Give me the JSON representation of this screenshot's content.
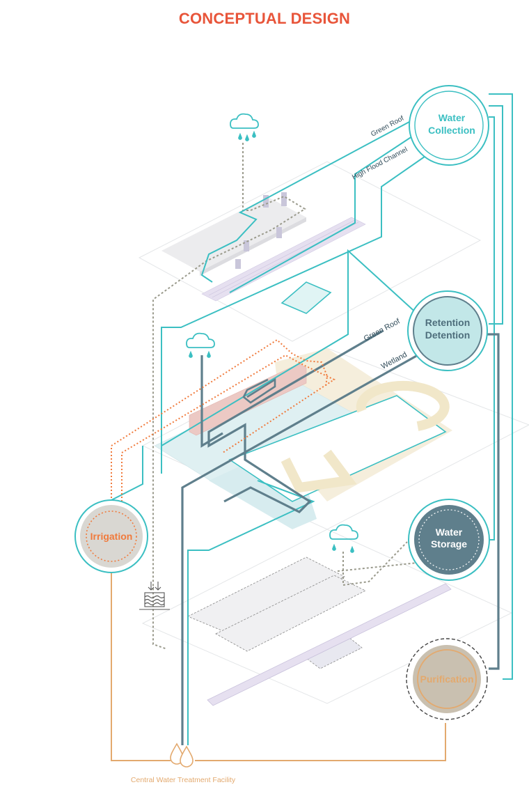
{
  "title": "CONCEPTUAL DESIGN",
  "colors": {
    "title": "#e8553a",
    "teal": "#3bbfc2",
    "slate": "#5f7f8c",
    "orange": "#f07a3c",
    "tan": "#e3a96e",
    "gray_dot": "#9a9a8c"
  },
  "nodes": {
    "water_collection": {
      "line1": "Water",
      "line2": "Collection"
    },
    "retention_detention": {
      "line1": "Retention",
      "line2": "Detention"
    },
    "irrigation": {
      "label": "Irrigation"
    },
    "water_storage": {
      "line1": "Water",
      "line2": "Storage"
    },
    "purification": {
      "label": "Purification"
    }
  },
  "line_labels": {
    "green_roof_top": "Green Roof",
    "high_flood_channel": "High Flood Channel",
    "green_roof_mid": "Green Roof",
    "wetland": "Wetland"
  },
  "facility_label": "Central Water Treatment Facility",
  "icons": [
    "rain-cloud-icon",
    "water-drops-icon",
    "infiltration-icon"
  ]
}
